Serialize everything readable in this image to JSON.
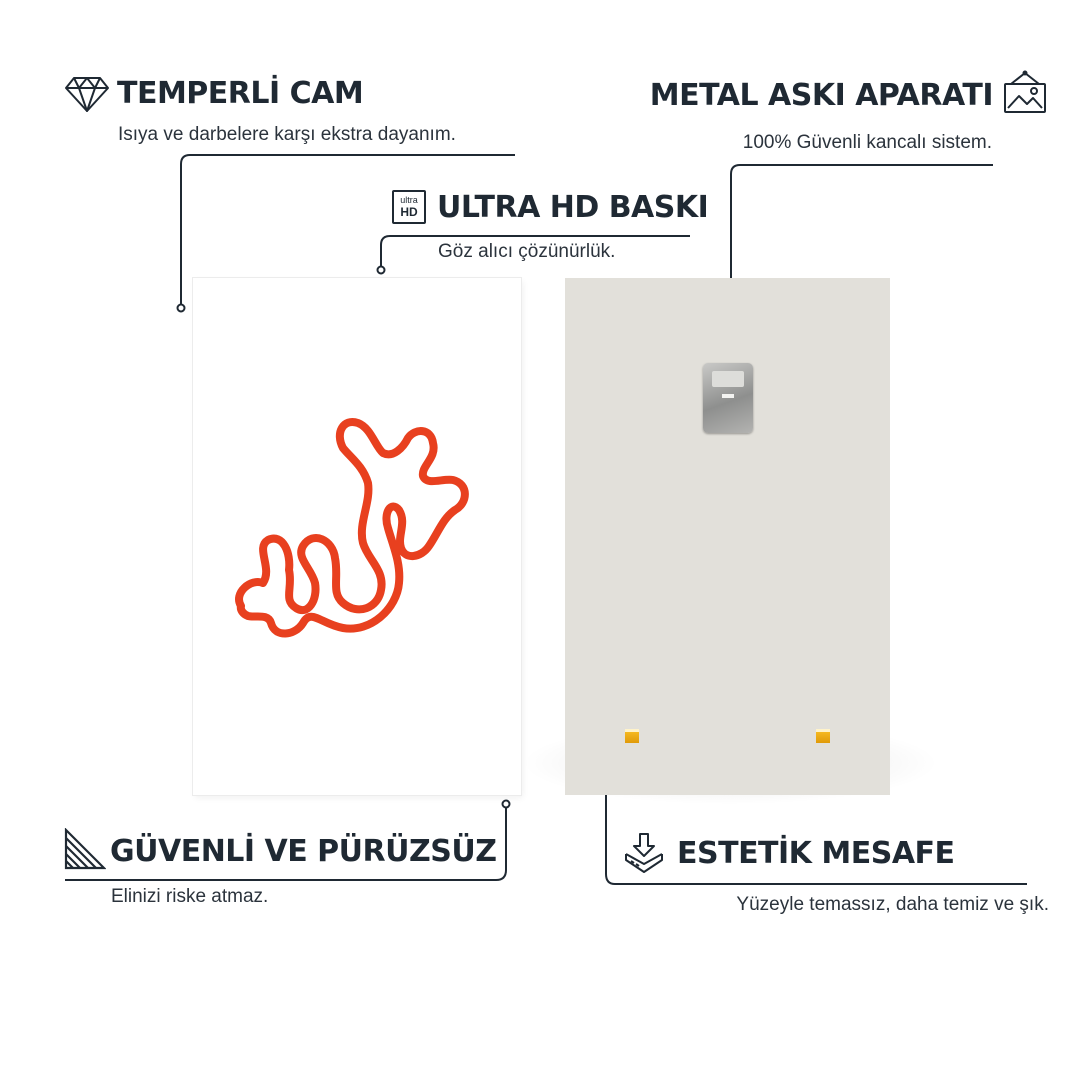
{
  "features": {
    "tempered": {
      "title": "TEMPERLİ CAM",
      "desc": "Isıya ve darbelere karşı ekstra dayanım."
    },
    "hanger": {
      "title": "METAL ASKI APARATI",
      "desc": "100% Güvenli kancalı sistem."
    },
    "ultra_hd": {
      "title": "ULTRA HD BASKI",
      "desc": "Göz alıcı çözünürlük.",
      "badge_top": "ultra",
      "badge_bottom": "HD"
    },
    "safe": {
      "title": "GÜVENLİ VE PÜRÜZSÜZ",
      "desc": "Elinizi riske atmaz."
    },
    "distance": {
      "title": "ESTETİK MESAFE",
      "desc": "Yüzeyle temassız, daha temiz ve şık."
    }
  },
  "colors": {
    "text": "#1f2933",
    "art_red": "#e8401f",
    "back_panel": "#e2e0da",
    "spacer": "#f0a811"
  },
  "icons": [
    "diamond-icon",
    "hanging-picture-icon",
    "ultra-hd-badge-icon",
    "diagonal-lines-icon",
    "layers-download-icon"
  ]
}
